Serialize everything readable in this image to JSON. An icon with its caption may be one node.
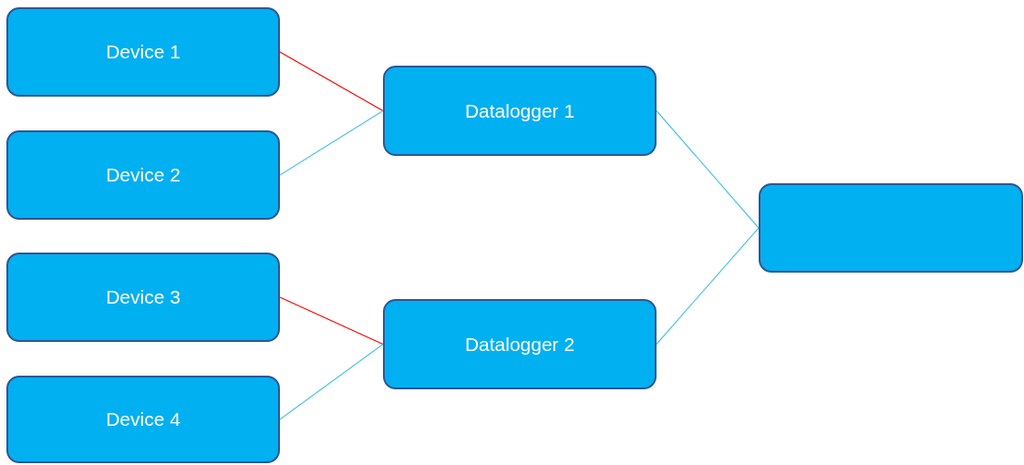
{
  "diagram": {
    "nodes": [
      {
        "text": [
          "Device 1"
        ]
      },
      {
        "text": [
          "Device 2"
        ]
      },
      {
        "text": [
          "Device 3"
        ]
      },
      {
        "text": [
          "Device 4"
        ]
      },
      {
        "text": [
          "Datalogger 1"
        ]
      },
      {
        "text": [
          "Datalogger 2"
        ]
      },
      {
        "text": [],
        "shape": "box"
      }
    ],
    "edges": [
      {
        "from": 0,
        "to": 4,
        "arrow": "none",
        "color": "#ff0000"
      },
      {
        "from": 1,
        "to": 4,
        "arrow": "none"
      },
      {
        "from": 2,
        "to": 5,
        "arrow": "none",
        "color": "#ff0000"
      },
      {
        "from": 3,
        "to": 5,
        "arrow": "none"
      },
      {
        "from": 4,
        "to": 6,
        "arrow": "none"
      },
      {
        "from": 5,
        "to": 6,
        "arrow": "none"
      }
    ]
  }
}
